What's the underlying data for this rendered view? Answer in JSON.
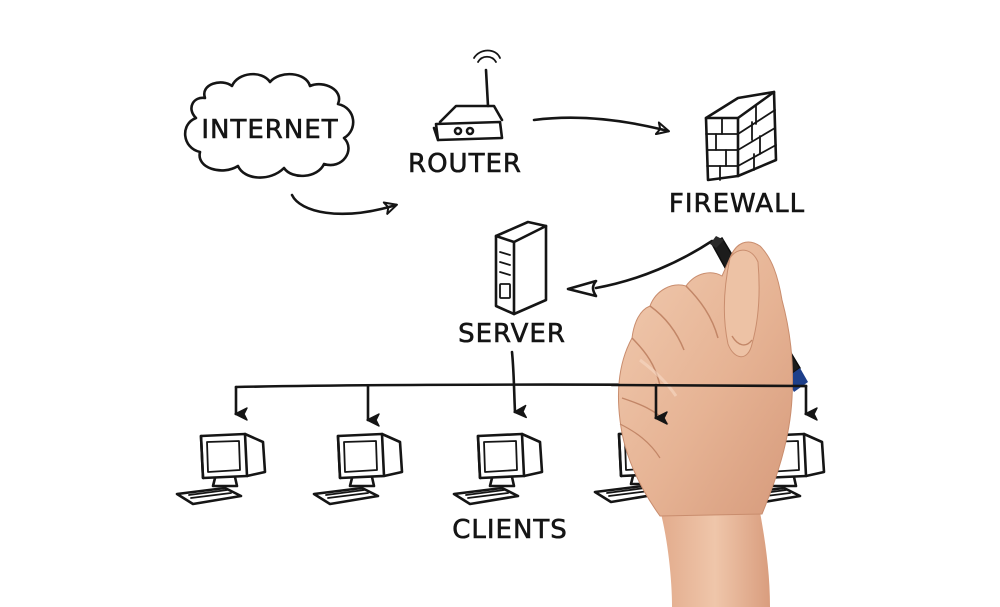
{
  "labels": {
    "internet": "INTERNET",
    "router": "ROUTER",
    "firewall": "FIREWALL",
    "server": "SERVER",
    "clients": "CLIENTS"
  },
  "colors": {
    "ink": "#151515",
    "background": "#ffffff",
    "skin": "#e8b99a",
    "marker": "#1c1c1c"
  },
  "icons": {
    "internet": "cloud-icon",
    "router": "router-icon",
    "firewall": "brick-wall-icon",
    "server": "server-tower-icon",
    "client": "desktop-computer-icon"
  },
  "client_count": 5
}
